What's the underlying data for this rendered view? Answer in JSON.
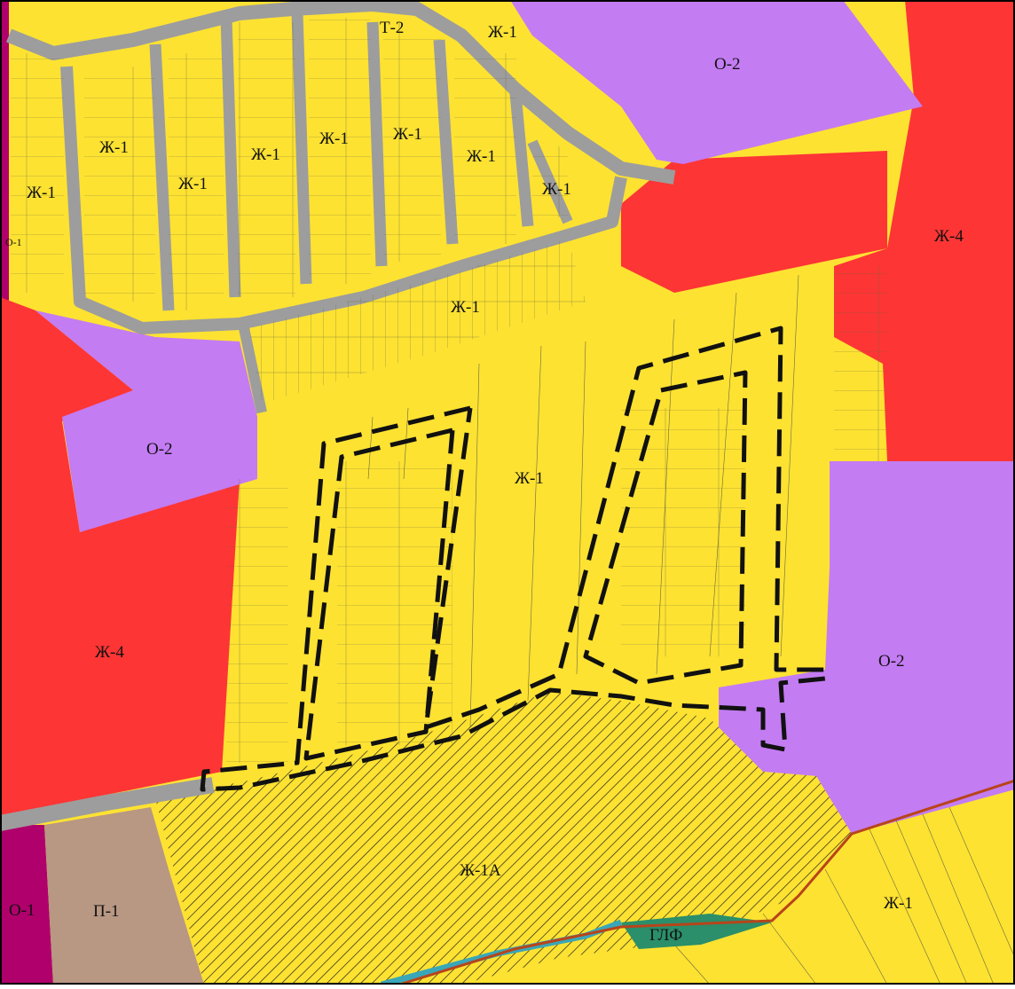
{
  "map": {
    "zone_labels": {
      "t2": "Т-2",
      "zh1_top": "Ж-1",
      "o2_top": "О-2",
      "zh1_row_a": "Ж-1",
      "zh1_row_b": "Ж-1",
      "zh1_row_c": "Ж-1",
      "zh1_row_d": "Ж-1",
      "zh1_row_e": "Ж-1",
      "zh1_row_f": "Ж-1",
      "zh1_left": "Ж-1",
      "zh1_small": "Ж-1",
      "o1_left_small": "О-1",
      "zh4_right": "Ж-4",
      "zh1_strip": "Ж-1",
      "o2_left": "О-2",
      "zh1_center": "Ж-1",
      "zh4_left": "Ж-4",
      "o2_right": "О-2",
      "zh1a": "Ж-1А",
      "o1_bottom": "О-1",
      "p1": "П-1",
      "zh1_bottom_right": "Ж-1",
      "glf": "ГЛФ"
    },
    "zone_colors": {
      "residential_Zh1": "#fde232",
      "residential_Zh4": "#fd3535",
      "public_O2": "#c37cf2",
      "public_O1": "#b0006b",
      "industrial_P1": "#b89783",
      "transport_roads": "#9d9d9d",
      "forest_GLF": "#2a8f6a",
      "water": "#39a7b8",
      "project_boundary": "#111111"
    }
  }
}
